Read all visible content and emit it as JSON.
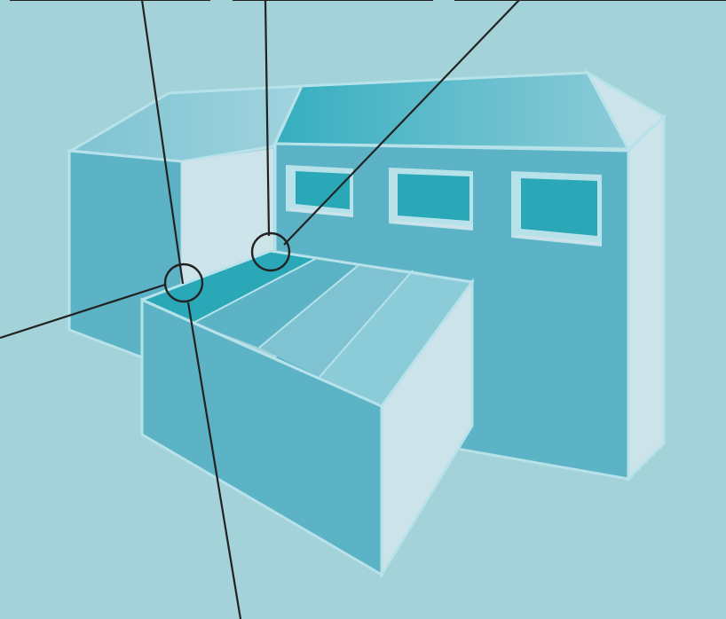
{
  "colors": {
    "background": "#a3d2d8",
    "wall_main": "#5db3c6",
    "wall_light": "#cde3ea",
    "window_glass": "#2aa8b8",
    "outline": "#222222",
    "edge_highlight": "#b8e2ea"
  },
  "callout_labels": [
    "",
    "",
    ""
  ],
  "callouts": [
    {
      "id": "junction-upper-callout",
      "has_circle": true
    },
    {
      "id": "junction-lower-callout",
      "has_circle": true
    },
    {
      "id": "left-leader-line",
      "has_circle": false
    },
    {
      "id": "vertical-leader-line",
      "has_circle": false
    }
  ]
}
